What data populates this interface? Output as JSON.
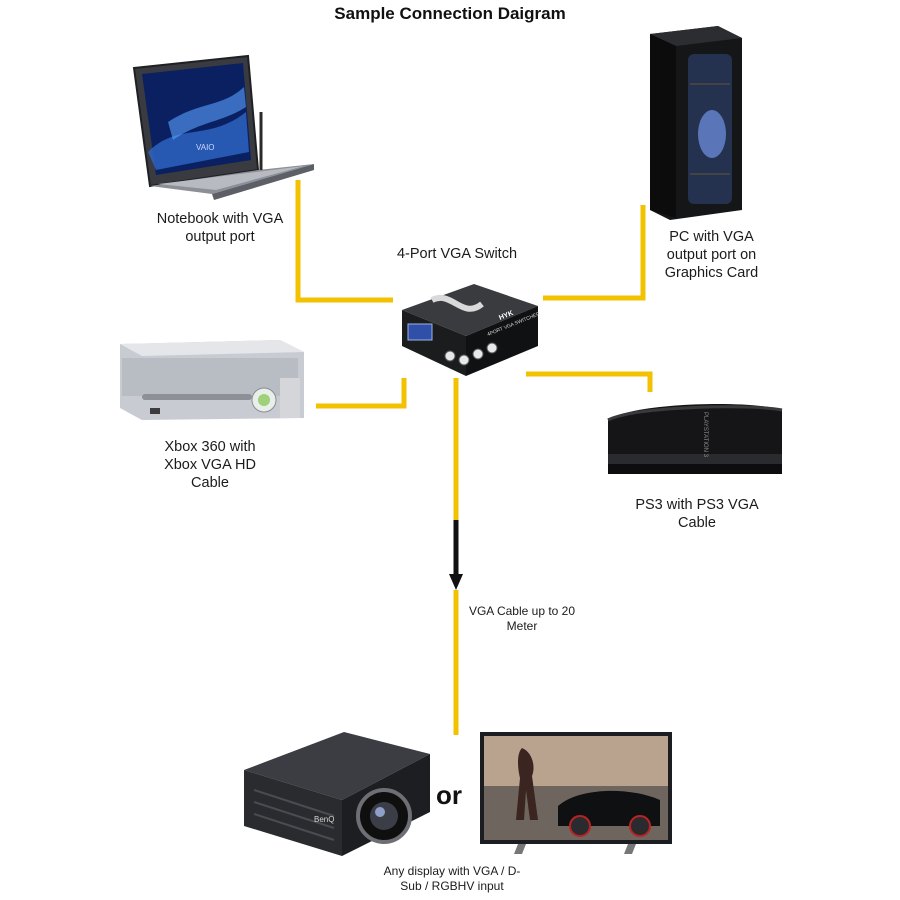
{
  "title": "Sample Connection Daigram",
  "switch_label": "4-Port VGA Switch",
  "switch_face_brand": "HYK",
  "switch_face_text": "4PORT VGA SWITCHER",
  "devices": {
    "notebook": {
      "label_line1": "Notebook with VGA",
      "label_line2": "output port",
      "screen_brand": "VAIO"
    },
    "pc": {
      "label_line1": "PC with VGA",
      "label_line2": "output port on",
      "label_line3": "Graphics Card"
    },
    "xbox": {
      "label_line1": "Xbox 360 with",
      "label_line2": "Xbox VGA HD",
      "label_line3": "Cable"
    },
    "ps3": {
      "label_line1": "PS3 with PS3 VGA",
      "label_line2": "Cable",
      "side_text": "PLAYSTATION 3"
    },
    "projector": {
      "brand": "BenQ"
    }
  },
  "cable_label_line1": "VGA Cable up to 20",
  "cable_label_line2": "Meter",
  "or_text": "or",
  "display_label_line1": "Any display with VGA / D-",
  "display_label_line2": "Sub / RGBHV input",
  "colors": {
    "cable": "#f2c200",
    "arrow": "#111111"
  }
}
